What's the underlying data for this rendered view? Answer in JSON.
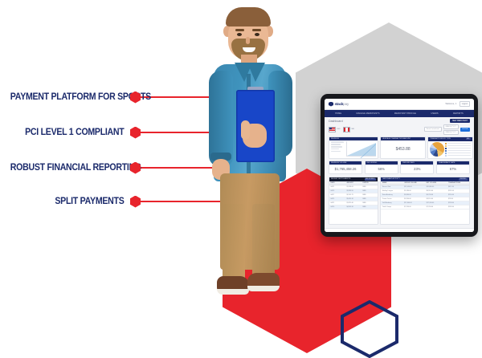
{
  "features": [
    {
      "label": "PAYMENT PLATFORM FOR SPORTS",
      "bullet": "red-hexagon-bullet"
    },
    {
      "label": "PCI LEVEL 1 COMPLIANT",
      "bullet": "red-hexagon-bullet"
    },
    {
      "label": "ROBUST FINANCIAL REPORTING",
      "bullet": "red-hexagon-bullet"
    },
    {
      "label": "SPLIT PAYMENTS",
      "bullet": "red-hexagon-bullet"
    }
  ],
  "colors": {
    "navy": "#1b2a6b",
    "red": "#e8242c",
    "gray_hexagon": "#d2d2d2",
    "accent_blue": "#1e6fd9",
    "shirt_blue": "#3f93bd",
    "clipboard_blue": "#1846c8",
    "pants_khaki": "#c79a63"
  },
  "dashboard": {
    "brand": {
      "name": "stack",
      "suffix": "pay"
    },
    "topbar": {
      "user": "Welcome, J.",
      "button": "Logout"
    },
    "nav": [
      "HOME",
      "MANAGE MERCHANTS",
      "MERCHANT PROFILE",
      "USERS",
      "REPORTS"
    ],
    "page_title": "Dashboard",
    "primary_button": "NEW MERCHANT",
    "flags": [
      {
        "name": "us-flag",
        "label": "USD"
      },
      {
        "name": "canada-flag",
        "label": "CAD"
      }
    ],
    "filters": {
      "search_placeholder": "Search merchant",
      "date_from_label": "FROM",
      "date_from": "MM/DD/YYYY",
      "date_to_label": "TO",
      "date_to": "MM/DD/YYYY",
      "apply_button": "FILTER"
    },
    "cards": {
      "chart": {
        "title": "REVENUE",
        "legend_label": "Select Data"
      },
      "money": {
        "title": "AVERAGE TRANSACTION AMOUNT",
        "value": "$453.88"
      },
      "pie": {
        "title": "TRANSACTIONS BY TYPE",
        "badge": "ALL"
      }
    },
    "kpis": [
      {
        "title": "REVENUE VOLUME",
        "value": "$1,765,458.26"
      },
      {
        "title": "RECURRING",
        "value": "56%"
      },
      {
        "title": "REFUND RATE",
        "value": "23%"
      },
      {
        "title": "CHARGEBACK RATE",
        "value": "67%"
      }
    ],
    "table_small": {
      "title": "RECENT SETTLEMENTS",
      "badge": "SEE DETAILS",
      "columns": [
        "DATE",
        "AMOUNT",
        "STATUS"
      ],
      "rows": [
        [
          "04/21",
          "$1,248.00",
          "PAID"
        ],
        [
          "04/19",
          "$3,980.50",
          "PAID"
        ],
        [
          "04/17",
          "$2,145.75",
          "PAID"
        ],
        [
          "04/15",
          "$5,620.10",
          "PAID"
        ],
        [
          "04/12",
          "$1,870.40",
          "PAID"
        ],
        [
          "04/10",
          "$4,305.90",
          "PAID"
        ]
      ]
    },
    "table_large": {
      "title": "MERCHANT ACTIVITY",
      "badge": "VIEW ALL",
      "columns": [
        "NAME",
        "GROSS VOLUME",
        "NET VOLUME",
        "TRANSACTIONS"
      ],
      "rows": [
        [
          "Soccer Club",
          "$21,450.00",
          "$20,880.00",
          "$412.00"
        ],
        [
          "Hockey League",
          "$9,180.00",
          "$8,910.00",
          "$201.00"
        ],
        [
          "Swim Academy",
          "$6,840.00",
          "$6,700.00",
          "$154.00"
        ],
        [
          "Tennis Center",
          "$3,200.00",
          "$3,110.00",
          "$78.00"
        ],
        [
          "Golf Academy",
          "$12,600.00",
          "$12,240.00",
          "$298.00"
        ],
        [
          "Youth Camps",
          "$7,950.00",
          "$7,760.00",
          "$183.00"
        ]
      ]
    }
  }
}
